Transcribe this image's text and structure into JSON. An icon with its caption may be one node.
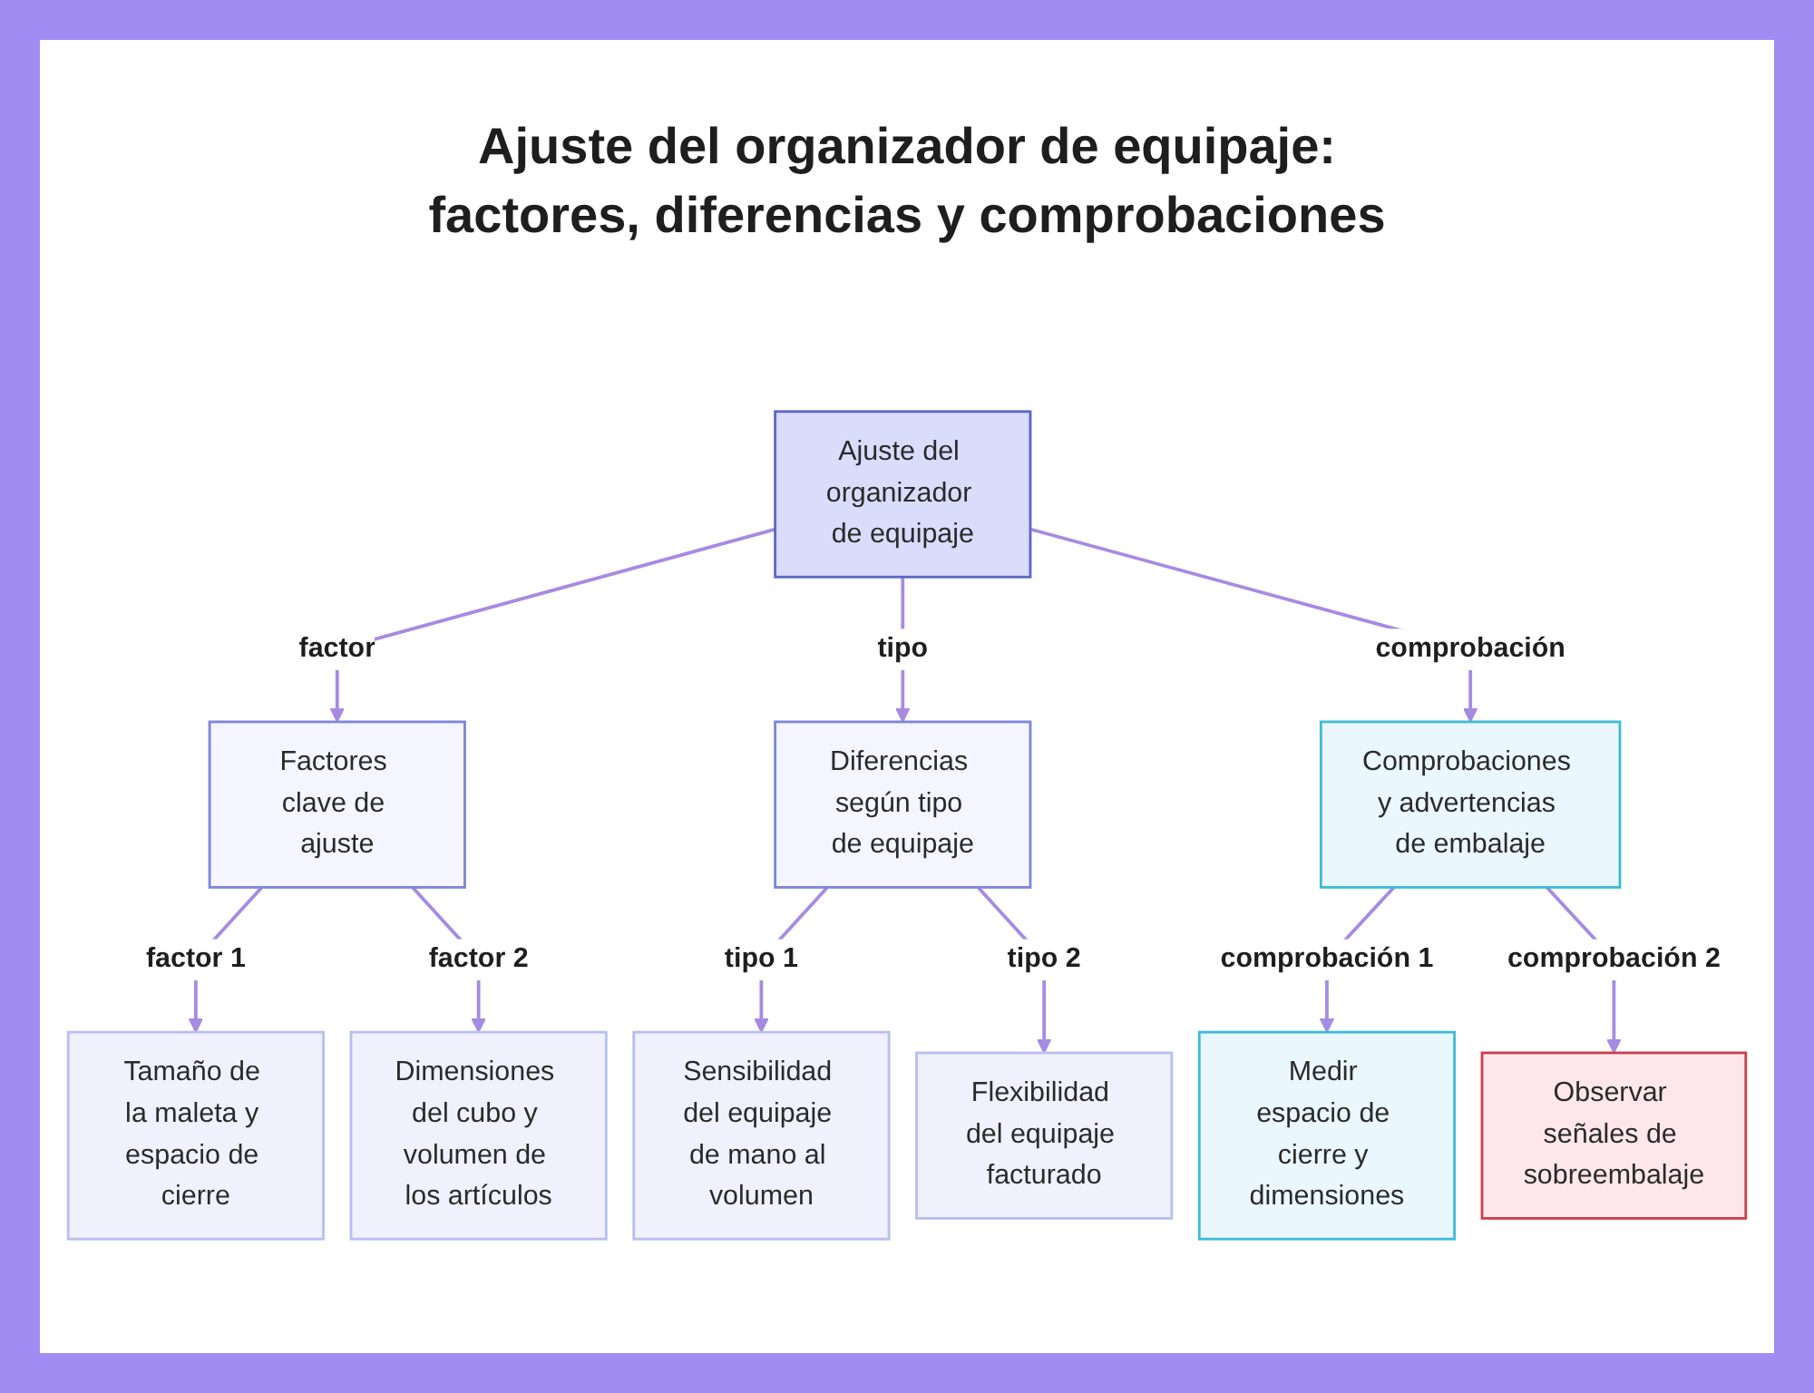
{
  "diagram": {
    "title": "Ajuste del organizador de equipaje: factores, diferencias y comprobaciones",
    "nodes": [
      {
        "text": [
          "Ajuste del organizador de equipaje"
        ]
      },
      {
        "text": [
          "Factores clave de ajuste"
        ]
      },
      {
        "text": [
          "Diferencias según tipo de equipaje"
        ]
      },
      {
        "text": [
          "Comprobaciones y advertencias de embalaje"
        ]
      },
      {
        "text": [
          "Tamaño de la maleta y espacio de cierre"
        ]
      },
      {
        "text": [
          "Dimensiones del cubo y volumen de los artículos"
        ]
      },
      {
        "text": [
          "Sensibilidad del equipaje de mano al volumen"
        ]
      },
      {
        "text": [
          "Flexibilidad del equipaje facturado"
        ]
      },
      {
        "text": [
          "Medir espacio de cierre y dimensiones"
        ]
      },
      {
        "text": [
          "Observar señales de sobreembalaje"
        ]
      }
    ],
    "edges": [
      {
        "from": 0,
        "to": 1,
        "arrow": "to",
        "label": "factor"
      },
      {
        "from": 0,
        "to": 2,
        "arrow": "to",
        "label": "tipo"
      },
      {
        "from": 0,
        "to": 3,
        "arrow": "to",
        "label": "comprobación"
      },
      {
        "from": 1,
        "to": 4,
        "arrow": "to",
        "label": "factor 1"
      },
      {
        "from": 1,
        "to": 5,
        "arrow": "to",
        "label": "factor 2"
      },
      {
        "from": 2,
        "to": 6,
        "arrow": "to",
        "label": "tipo 1"
      },
      {
        "from": 2,
        "to": 7,
        "arrow": "to",
        "label": "tipo 2"
      },
      {
        "from": 3,
        "to": 8,
        "arrow": "to",
        "label": "comprobación 1"
      },
      {
        "from": 3,
        "to": 9,
        "arrow": "to",
        "label": "comprobación 2"
      }
    ]
  }
}
